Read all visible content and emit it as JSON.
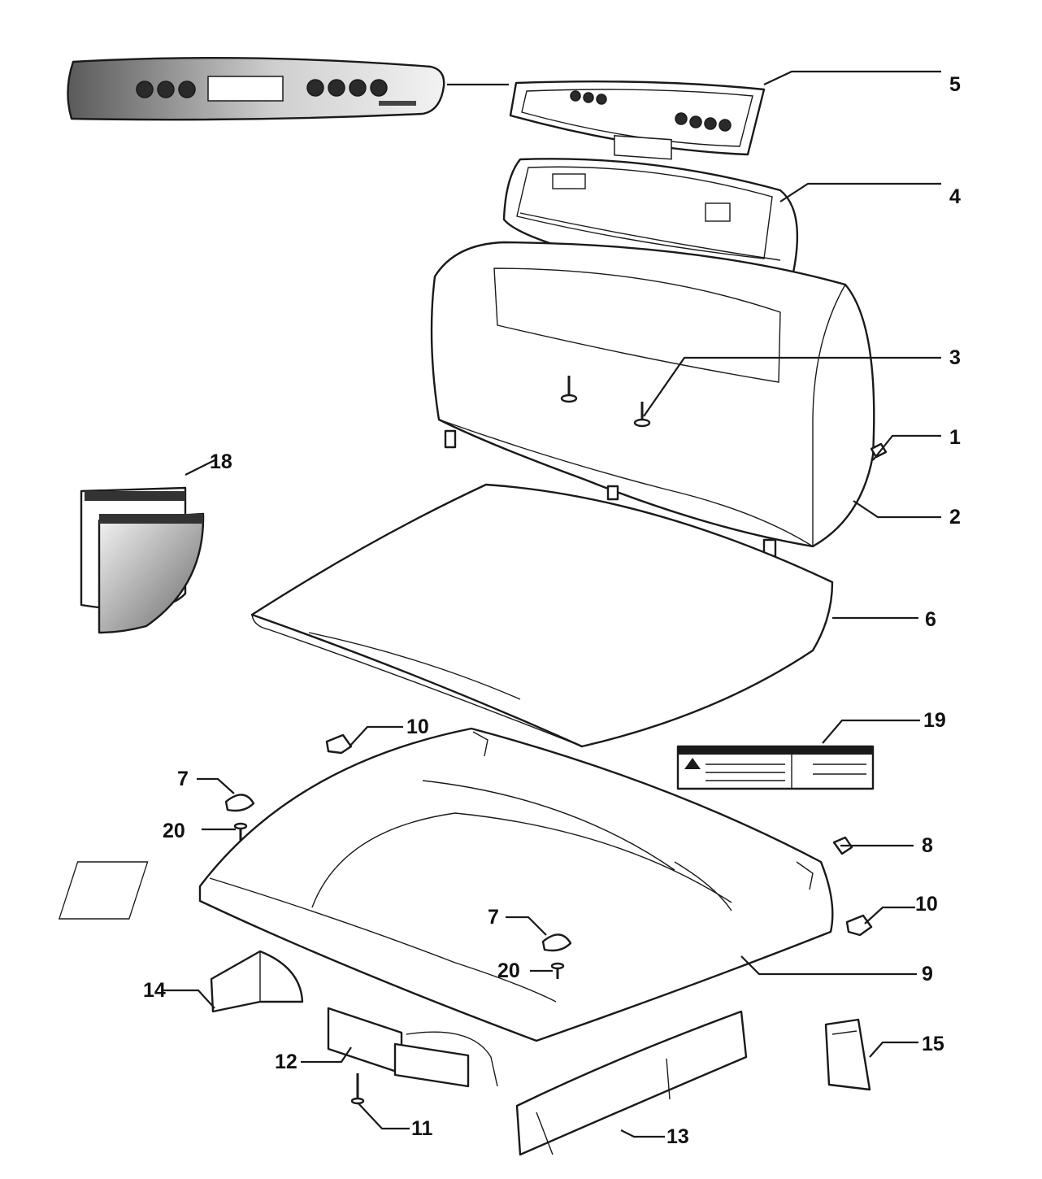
{
  "callouts": [
    {
      "id": "c1",
      "label": "1"
    },
    {
      "id": "c2",
      "label": "2"
    },
    {
      "id": "c3",
      "label": "3"
    },
    {
      "id": "c4",
      "label": "4"
    },
    {
      "id": "c5",
      "label": "5"
    },
    {
      "id": "c6",
      "label": "6"
    },
    {
      "id": "c7a",
      "label": "7"
    },
    {
      "id": "c7b",
      "label": "7"
    },
    {
      "id": "c8",
      "label": "8"
    },
    {
      "id": "c9",
      "label": "9"
    },
    {
      "id": "c10a",
      "label": "10"
    },
    {
      "id": "c10b",
      "label": "10"
    },
    {
      "id": "c11",
      "label": "11"
    },
    {
      "id": "c12",
      "label": "12"
    },
    {
      "id": "c13",
      "label": "13"
    },
    {
      "id": "c14",
      "label": "14"
    },
    {
      "id": "c15",
      "label": "15"
    },
    {
      "id": "c18",
      "label": "18"
    },
    {
      "id": "c19",
      "label": "19"
    },
    {
      "id": "c20a",
      "label": "20"
    },
    {
      "id": "c20b",
      "label": "20"
    }
  ],
  "colors": {
    "line": "#1a1a1a",
    "background": "#ffffff",
    "overlay_gradient_dark": "#5a5a5a",
    "overlay_gradient_light": "#f2f2f2"
  }
}
